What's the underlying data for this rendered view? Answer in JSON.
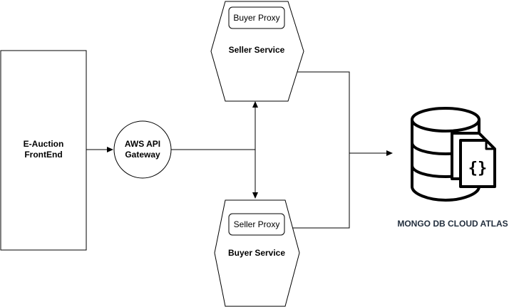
{
  "nodes": {
    "frontend": {
      "line1": "E-Auction",
      "line2": "FrontEnd"
    },
    "gateway": {
      "line1": "AWS API",
      "line2": "Gateway"
    },
    "seller_service": {
      "title": "Seller Service",
      "proxy": "Buyer Proxy"
    },
    "buyer_service": {
      "title": "Buyer Service",
      "proxy": "Seller Proxy"
    },
    "database": {
      "label": "MONGO DB CLOUD ATLAS",
      "icon": "database-document-icon"
    }
  },
  "colors": {
    "stroke": "#000000",
    "db_label": "#232F3E",
    "background": "#ffffff"
  }
}
